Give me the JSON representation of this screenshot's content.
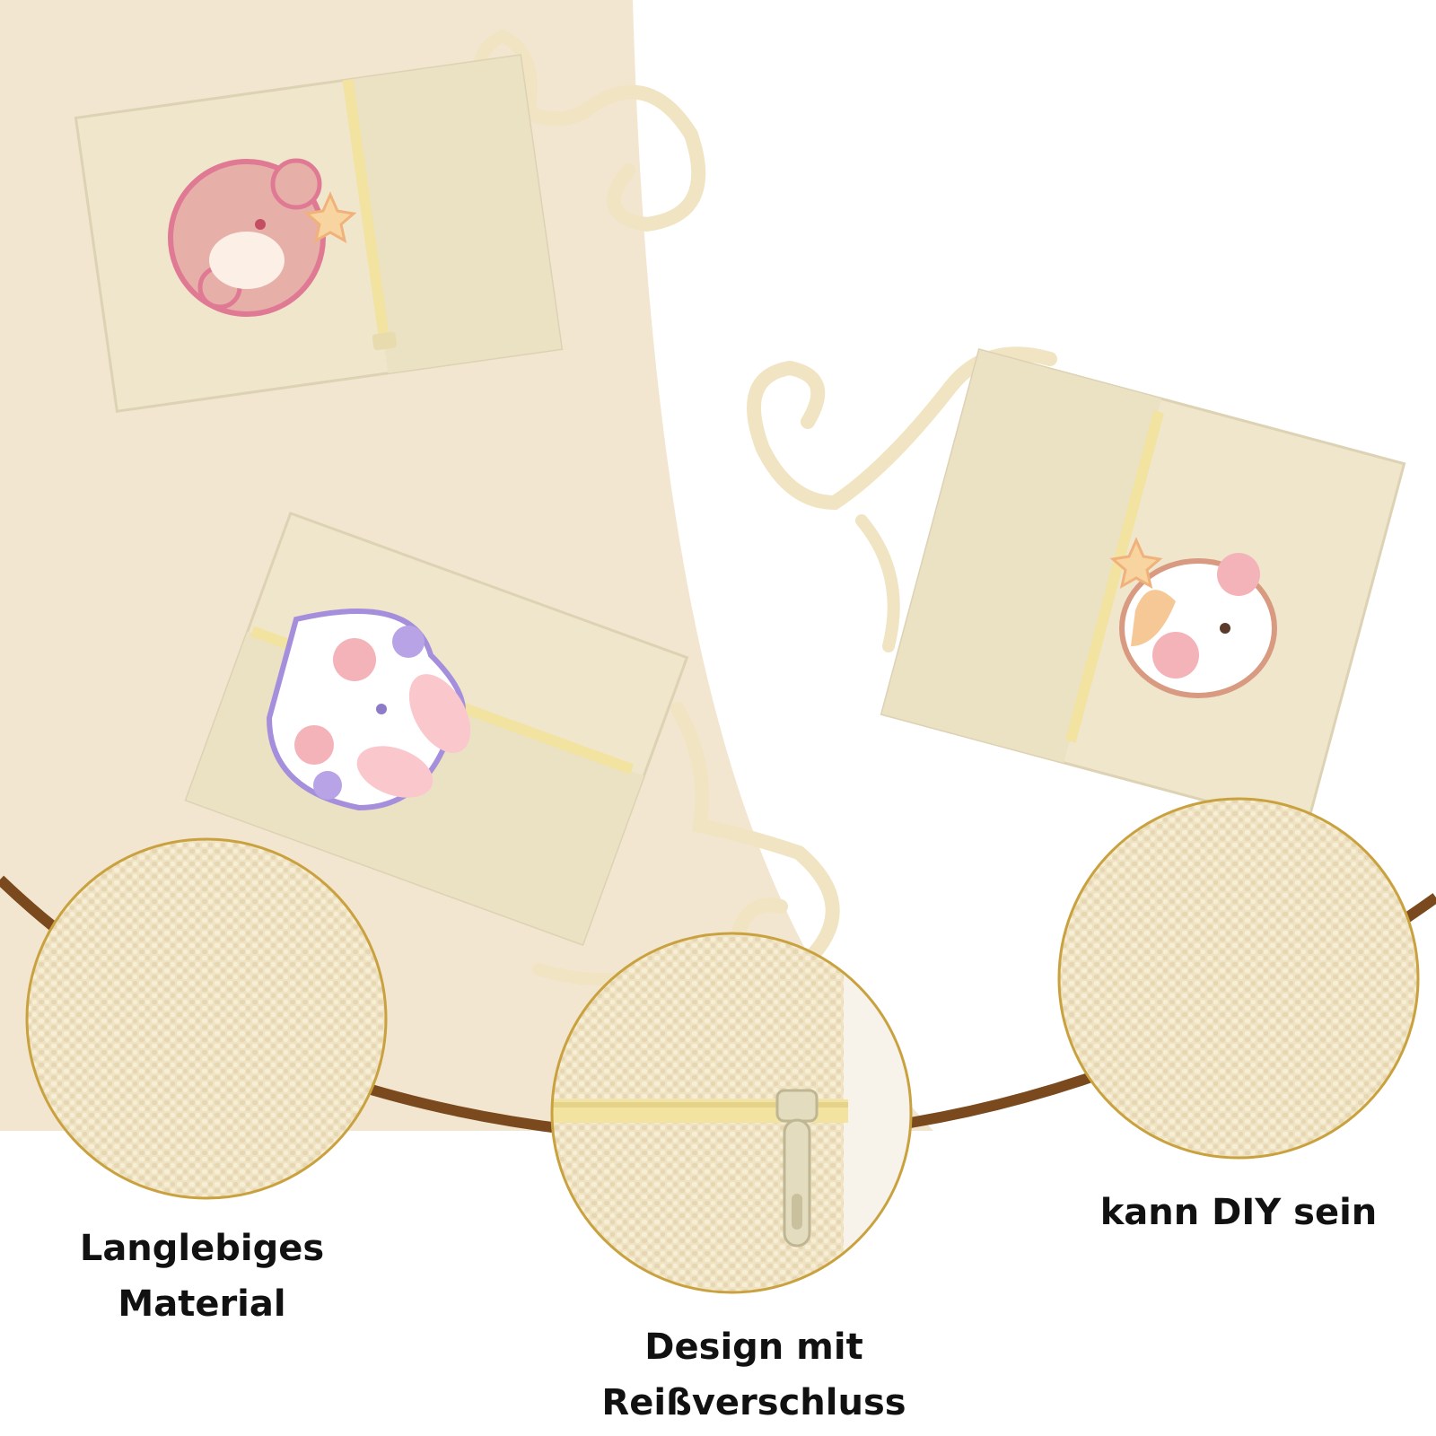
{
  "colors": {
    "background_left": "#f3e6d1",
    "background_right": "#ffffff",
    "arc_brown": "#7a4a1e",
    "canvas_beige": "#efe6cc",
    "canvas_shadow": "#ddd2b3",
    "zipper_yellow": "#f2e3a0",
    "rope_cream": "#f0e4c2",
    "caption_text": "#111111"
  },
  "products": [
    {
      "name": "bear-pouch",
      "illustration": "bear-face-icon",
      "accent": "#e07a94"
    },
    {
      "name": "bunny-pouch",
      "illustration": "bunny-face-icon",
      "accent": "#a58fdc"
    },
    {
      "name": "cat-pouch",
      "illustration": "cat-face-icon",
      "accent": "#f0b27a"
    }
  ],
  "features": {
    "material": {
      "line1": "Langlebiges",
      "line2": "Material"
    },
    "zipper": {
      "line1": "Design mit",
      "line2": "Reißverschluss"
    },
    "diy": {
      "line1": "kann DIY sein"
    }
  }
}
